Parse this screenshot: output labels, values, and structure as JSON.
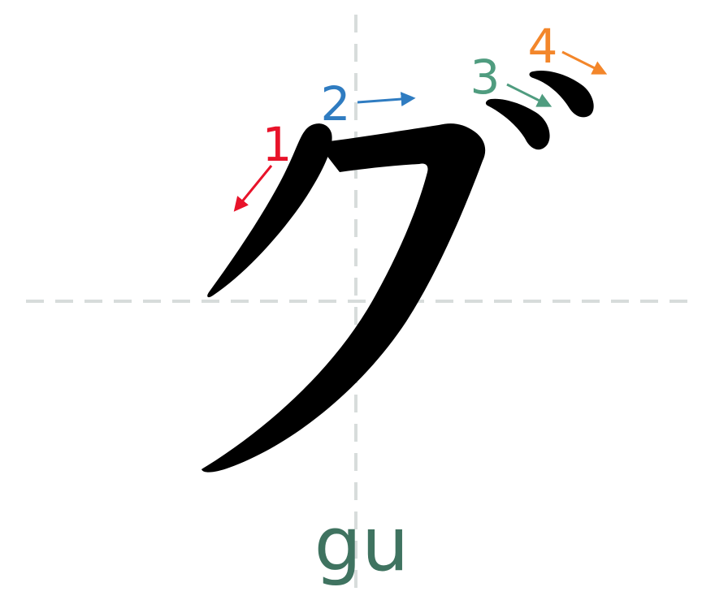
{
  "reading": "gu",
  "reading_color": "#3f7360",
  "guide_color": "#d7dcdb",
  "character_color": "#000000",
  "strokes": [
    {
      "number": "1",
      "color": "#e8132a",
      "direction": "down-left"
    },
    {
      "number": "2",
      "color": "#2f7cc1",
      "direction": "right"
    },
    {
      "number": "3",
      "color": "#4f9c7f",
      "direction": "down-right"
    },
    {
      "number": "4",
      "color": "#f3862a",
      "direction": "down-right"
    }
  ]
}
